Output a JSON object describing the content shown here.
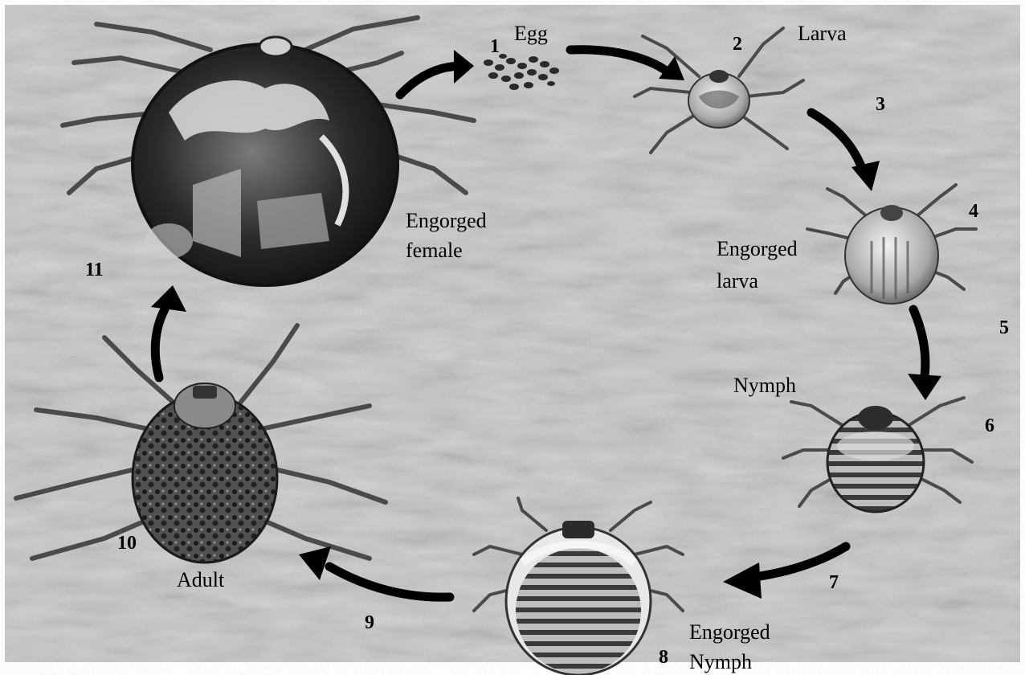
{
  "colors": {
    "background": "#c9c9c9",
    "arrow": "#000000",
    "body_dark": "#202020",
    "body_light": "#d8d8d8",
    "leg": "#4a4a4a"
  },
  "stages": {
    "egg": {
      "label": "Egg",
      "number": "1"
    },
    "larva": {
      "label": "Larva",
      "number": "2"
    },
    "engorged_larva": {
      "label_line1": "Engorged",
      "label_line2": "larva",
      "number": "4"
    },
    "nymph": {
      "label": "Nymph",
      "number": "6"
    },
    "engorged_nymph": {
      "label_line1": "Engorged",
      "label_line2": "Nymph",
      "number": "8"
    },
    "adult": {
      "label": "Adult",
      "number": "10"
    },
    "engorged_female": {
      "label_line1": "Engorged",
      "label_line2": "female"
    }
  },
  "arrows": {
    "a3": "3",
    "a5": "5",
    "a7": "7",
    "a9": "9",
    "a11": "11"
  }
}
